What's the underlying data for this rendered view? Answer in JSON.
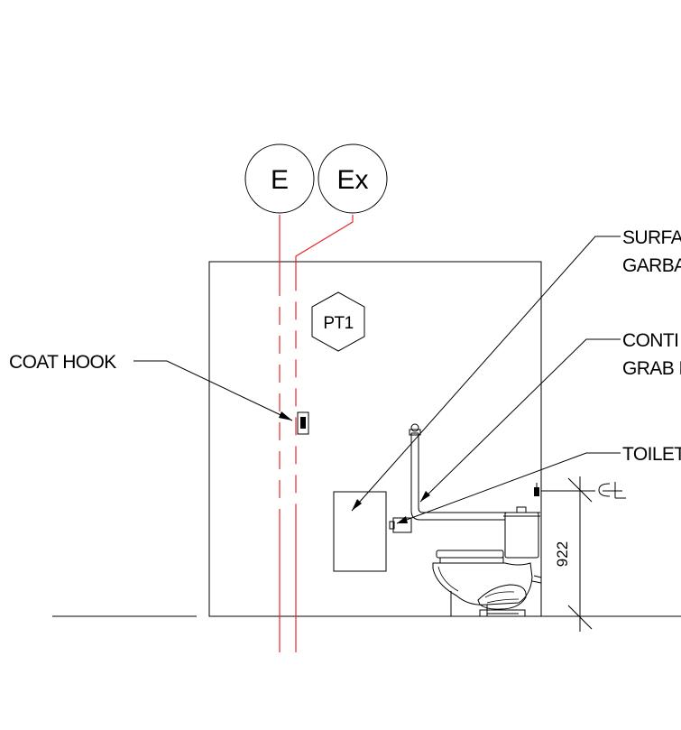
{
  "bubbles": {
    "left": "E",
    "right": "Ex"
  },
  "finish_tag": "PT1",
  "callouts": {
    "coat_hook": "COAT HOOK",
    "garbage_line1": "SURFA",
    "garbage_line2": "GARBA",
    "grab_bar_line1": "CONTI",
    "grab_bar_line2": "GRAB I",
    "toilet": "TOILET"
  },
  "dimension": {
    "height": "922"
  },
  "centerline_symbol": "CL",
  "colors": {
    "elevation_marker": "#e8262b",
    "linework": "#000000"
  }
}
